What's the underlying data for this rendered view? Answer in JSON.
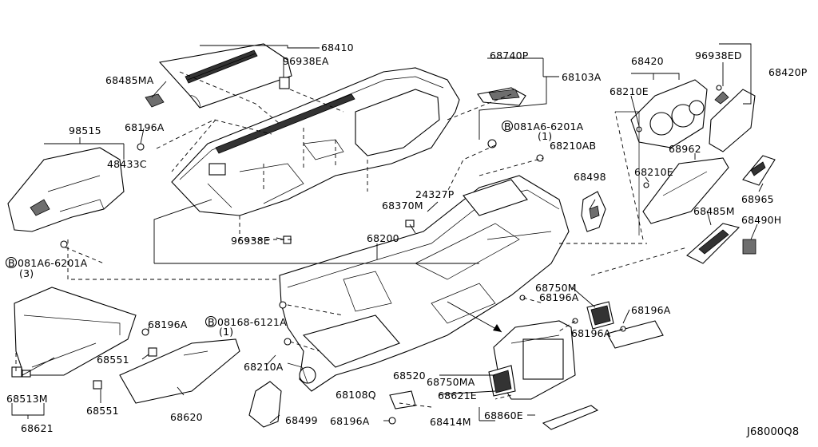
{
  "diagram": {
    "part_numbers": {
      "p68410": "68410",
      "p96938EA": "96938EA",
      "p68485MA": "68485MA",
      "p68740P": "68740P",
      "p68103A": "68103A",
      "p68420": "68420",
      "p96938ED": "96938ED",
      "p68420P": "68420P",
      "p68210E_a": "68210E",
      "p98515": "98515",
      "p68196A_a": "68196A",
      "p48433C": "48433C",
      "p081A6_6201A_a": "081A6-6201A",
      "p1_a": "(1)",
      "p68210AB": "68210AB",
      "p68962": "68962",
      "p68210E_b": "68210E",
      "p68965": "68965",
      "p68498": "68498",
      "p24327P": "24327P",
      "p68370M": "68370M",
      "p68485M": "68485M",
      "p68490H": "68490H",
      "p68200": "68200",
      "p96938E": "96938E",
      "p081A6_6201A_b": "081A6-6201A",
      "p3": "(3)",
      "p68750M": "68750M",
      "p68196A_b": "68196A",
      "p68196A_c": "68196A",
      "p68196A_d": "68196A",
      "p68196A_e": "68196A",
      "p08168_6121A": "08168-6121A",
      "p1_b": "(1)",
      "p68551_a": "68551",
      "p68210A": "68210A",
      "p68520": "68520",
      "p68750MA": "68750MA",
      "p68621E": "68621E",
      "p68108Q": "68108Q",
      "p68513M": "68513M",
      "p68551_b": "68551",
      "p68620": "68620",
      "p68499": "68499",
      "p68196A_f": "68196A",
      "p68414M": "68414M",
      "p68860E": "68860E",
      "p68621": "68621"
    },
    "bolt_symbol": "B",
    "diagram_code": "J68000Q8"
  }
}
